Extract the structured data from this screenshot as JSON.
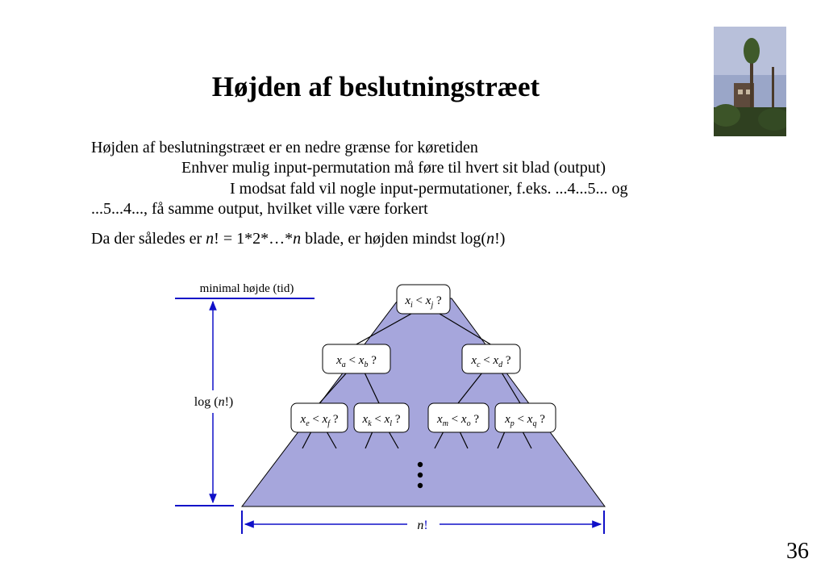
{
  "slide": {
    "title": "Højden af beslutningstræet",
    "line1": "Højden af beslutningstræet er en nedre grænse for køretiden",
    "line2": "Enhver mulig input-permutation må føre til hvert sit blad (output)",
    "line3": "I modsat fald vil nogle input-permutationer, f.eks. ...4...5... og",
    "line4": "...5...4..., få samme output, hvilket ville være forkert",
    "line5_a": "Da der således er ",
    "line5_n1": "n",
    "line5_b": "! = 1*2*…*",
    "line5_n2": "n",
    "line5_c": " blade, er højden mindst log(",
    "line5_n3": "n",
    "line5_d": "!)",
    "page_number": "36"
  },
  "diagram": {
    "height_label": "minimal højde (tid)",
    "log_label_a": "log (",
    "log_label_n": "n",
    "log_label_b": "!)",
    "width_label_n": "n",
    "width_label_b": "!",
    "triangle_color": "#a6a6dc",
    "arrow_color": "#1010c8",
    "nodes": [
      {
        "a": "x",
        "as": "i",
        "b": "x",
        "bs": "j"
      },
      {
        "a": "x",
        "as": "a",
        "b": "x",
        "bs": "b"
      },
      {
        "a": "x",
        "as": "c",
        "b": "x",
        "bs": "d"
      },
      {
        "a": "x",
        "as": "e",
        "b": "x",
        "bs": "f"
      },
      {
        "a": "x",
        "as": "k",
        "b": "x",
        "bs": "l"
      },
      {
        "a": "x",
        "as": "m",
        "b": "x",
        "bs": "o"
      },
      {
        "a": "x",
        "as": "p",
        "b": "x",
        "bs": "q"
      }
    ],
    "ellipsis": "⋮"
  }
}
